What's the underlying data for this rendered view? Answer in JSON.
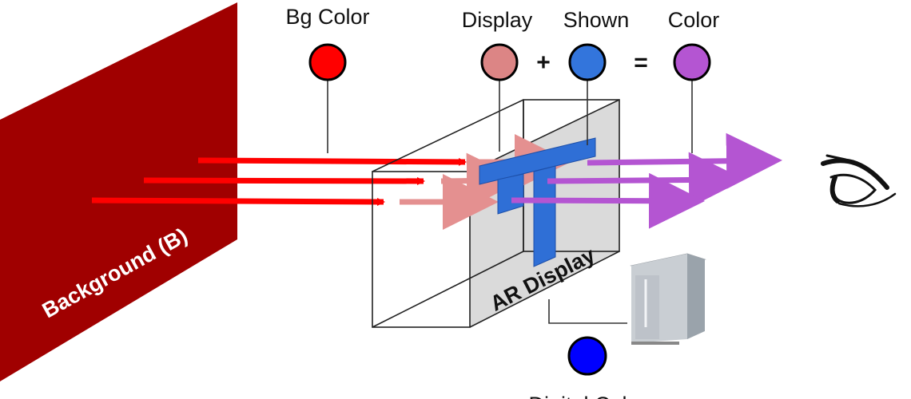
{
  "labels": {
    "bg_color": "Bg Color",
    "display": "Display",
    "shown": "Shown",
    "color": "Color",
    "plus": "+",
    "equals": "=",
    "digital_color": "Digital Color",
    "background": "Background (B)",
    "ar_display": "AR Display"
  },
  "colors": {
    "background_panel": "#a00000",
    "bg_color": "#ff0000",
    "display_color": "#dc8585",
    "shown_color": "#3375dc",
    "result_color": "#b455d2",
    "digital_color": "#0000ff",
    "ar_display_face": "#d6d6d6",
    "t_shape": "#2f6fd6"
  }
}
